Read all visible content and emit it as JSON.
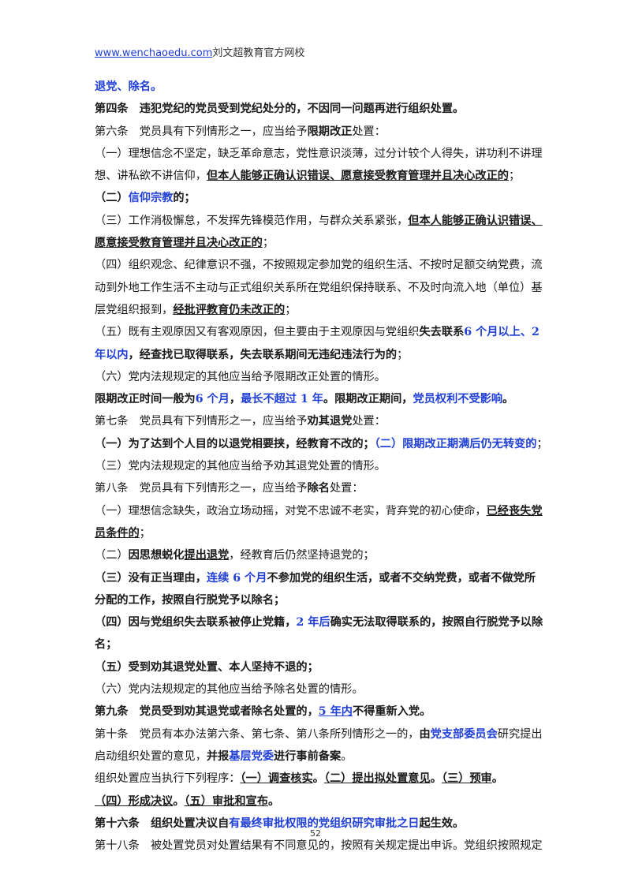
{
  "header": {
    "site_link": "www.wenchaoedu.com",
    "site_name": "刘文超教育官方网校"
  },
  "page_number": "52",
  "lines": [
    [
      {
        "t": "退党、除名。",
        "s": "b blue"
      }
    ],
    [
      {
        "t": "第四条　违犯党纪的党员受到党纪处分的，不因同一问题再进行组织处置。",
        "s": "b"
      }
    ],
    [
      {
        "t": "第六条　党员具有下列情形之一，应当给予"
      },
      {
        "t": "限期改正",
        "s": "b"
      },
      {
        "t": "处置："
      }
    ],
    [
      {
        "t": "（一）理想信念不坚定，缺乏革命意志，党性意识淡薄，过分计较个人得失，讲功利不讲理"
      }
    ],
    [
      {
        "t": "想、讲私欲不讲信仰，"
      },
      {
        "t": "但本人能够正确认识错误、愿意接受教育管理并且决心改正的",
        "s": "b u"
      },
      {
        "t": "；"
      }
    ],
    [
      {
        "t": "（二）",
        "s": "b"
      },
      {
        "t": "信仰宗教",
        "s": "b blue"
      },
      {
        "t": "的；",
        "s": "b"
      }
    ],
    [
      {
        "t": "（三）工作消极懈怠，不发挥先锋模范作用，与群众关系紧张，"
      },
      {
        "t": "但本人能够正确认识错误、",
        "s": "b u"
      }
    ],
    [
      {
        "t": "愿意接受教育管理并且决心改正的",
        "s": "b u"
      },
      {
        "t": "；"
      }
    ],
    [
      {
        "t": "（四）组织观念、纪律意识不强，不按照规定参加党的组织生活、不按时足额交纳党费，流"
      }
    ],
    [
      {
        "t": "动到外地工作生活不主动与正式组织关系所在党组织保持联系、不及时向流入地（单位）基"
      }
    ],
    [
      {
        "t": "层党组织报到，"
      },
      {
        "t": "经批评教育仍未改正的",
        "s": "b u"
      },
      {
        "t": "；"
      }
    ],
    [
      {
        "t": "（五）既有主观原因又有客观原因，但主要由于主观原因与党组织"
      },
      {
        "t": "失去联系",
        "s": "b"
      },
      {
        "t": "6 个月以上、2",
        "s": "b blue"
      }
    ],
    [
      {
        "t": "年以内",
        "s": "b blue"
      },
      {
        "t": "，经查找已取得联系，失去联系期间无违纪违法行为的",
        "s": "b"
      },
      {
        "t": "；"
      }
    ],
    [
      {
        "t": "（六）党内法规规定的其他应当给予限期改正处置的情形。"
      }
    ],
    [
      {
        "t": "限期改正时间一般为",
        "s": "b"
      },
      {
        "t": "6 个月",
        "s": "b blue"
      },
      {
        "t": "，",
        "s": "b"
      },
      {
        "t": "最长不超过 1 年",
        "s": "b blue"
      },
      {
        "t": "。限期改正期间，",
        "s": "b"
      },
      {
        "t": "党员权利不受影响",
        "s": "b blue"
      },
      {
        "t": "。",
        "s": "b"
      }
    ],
    [
      {
        "t": "第七条　党员具有下列情形之一，应当给予"
      },
      {
        "t": "劝其退党",
        "s": "b"
      },
      {
        "t": "处置："
      }
    ],
    [
      {
        "t": "（一）为了达到个人目的以退党相要挟，经教育不改的；",
        "s": "b"
      },
      {
        "t": "（二）限期改正期满后仍无转变的",
        "s": "b blue"
      },
      {
        "t": "；"
      }
    ],
    [
      {
        "t": "（三）党内法规规定的其他应当给予劝其退党处置的情形。"
      }
    ],
    [
      {
        "t": "第八条　党员具有下列情形之一，应当给予"
      },
      {
        "t": "除名",
        "s": "b"
      },
      {
        "t": "处置："
      }
    ],
    [
      {
        "t": "（一）理想信念缺失，政治立场动摇，对党不忠诚不老实，背弃党的初心使命，"
      },
      {
        "t": "已经丧失党",
        "s": "b u"
      }
    ],
    [
      {
        "t": "员条件的",
        "s": "b u"
      },
      {
        "t": "；"
      }
    ],
    [
      {
        "t": "（二）"
      },
      {
        "t": "因思想蜕化",
        "s": "b"
      },
      {
        "t": "提出退党",
        "s": "b u"
      },
      {
        "t": "，经教育后仍然坚持退党的；"
      }
    ],
    [
      {
        "t": "（三）没有正当理由，",
        "s": "b"
      },
      {
        "t": "连续 6 个月",
        "s": "b blue"
      },
      {
        "t": "不参加党的组织生活，或者不交纳党费，或者不做党所",
        "s": "b"
      }
    ],
    [
      {
        "t": "分配的工作，按照自行脱党予以除名；",
        "s": "b"
      }
    ],
    [
      {
        "t": "（四）因与党组织失去联系被停止党籍，",
        "s": "b"
      },
      {
        "t": "2 年后",
        "s": "b blue"
      },
      {
        "t": "确实无法取得联系的，按照自行脱党予以除",
        "s": "b"
      }
    ],
    [
      {
        "t": "名；",
        "s": "b"
      }
    ],
    [
      {
        "t": "（五）受到劝其退党处置、本人坚持不退的；",
        "s": "b"
      }
    ],
    [
      {
        "t": "（六）党内法规规定的其他应当给予除名处置的情形。"
      }
    ],
    [
      {
        "t": "第九条　党员受到劝其退党或者除名处置的，",
        "s": "b"
      },
      {
        "t": "5 年内",
        "s": "b blue u"
      },
      {
        "t": "不得重新入党。",
        "s": "b"
      }
    ],
    [
      {
        "t": "第十条　党员有本办法第六条、第七条、第八条所列情形之一的，"
      },
      {
        "t": "由",
        "s": "b"
      },
      {
        "t": "党支部委员会",
        "s": "b blue"
      },
      {
        "t": "研究提出"
      }
    ],
    [
      {
        "t": "启动组织处置的意见，"
      },
      {
        "t": "并报",
        "s": "b"
      },
      {
        "t": "基层党委",
        "s": "b blue"
      },
      {
        "t": "进行事前备案",
        "s": "b"
      },
      {
        "t": "。"
      }
    ],
    [
      {
        "t": "组织处置应当执行下列程序："
      },
      {
        "t": "（一）调查核实",
        "s": "b u"
      },
      {
        "t": "。",
        "s": "b"
      },
      {
        "t": "（二）提出拟处置意见",
        "s": "b u"
      },
      {
        "t": "。",
        "s": "b"
      },
      {
        "t": "（三）预审",
        "s": "b u"
      },
      {
        "t": "。",
        "s": "b"
      }
    ],
    [
      {
        "t": "（四）形成决议",
        "s": "b u"
      },
      {
        "t": "。",
        "s": "b"
      },
      {
        "t": "（五）审批和宣布",
        "s": "b u"
      },
      {
        "t": "。",
        "s": "b"
      }
    ],
    [
      {
        "t": "第十六条　组织处置决议自",
        "s": "b"
      },
      {
        "t": "有最终审批权限的党组织研究审批之日",
        "s": "b blue"
      },
      {
        "t": "起生效。",
        "s": "b"
      }
    ],
    [
      {
        "t": "第十八条　被处置党员对处置结果有不同意见的，按照有关规定提出申诉。党组织按照规定"
      }
    ]
  ]
}
